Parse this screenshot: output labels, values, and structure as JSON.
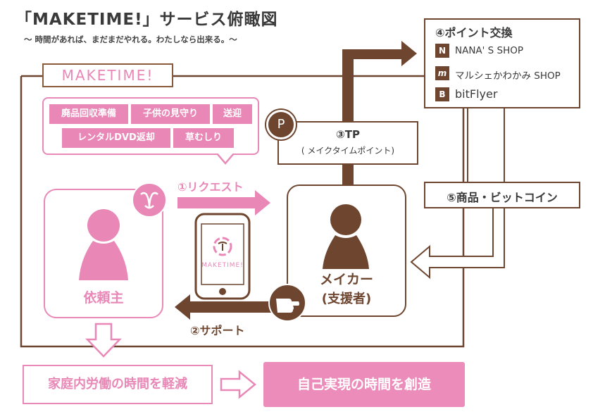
{
  "title": "「MAKETIME!」サービス俯瞰図",
  "subtitle": "〜 時間があれば、まだまだやれる。わたしなら出来る。〜",
  "logo_text": "MAKETIME!",
  "requests": {
    "tags": [
      "廃品回収準備",
      "子供の見守り",
      "送迎",
      "レンタルDVD返却",
      "草むしり"
    ]
  },
  "points": {
    "title": "④ポイント交換",
    "shops": [
      {
        "icon": "N",
        "label": "NANA' S SHOP"
      },
      {
        "icon": "m",
        "label": "マルシェかわかみ SHOP"
      },
      {
        "icon": "B",
        "label": "bitFlyer"
      }
    ]
  },
  "tp": {
    "icon": "P",
    "label": "③TP",
    "sub": "( メイクタイムポイント)"
  },
  "goods": {
    "label": "⑤商品・ビットコイン"
  },
  "request_label": "①リクエスト",
  "support_label": "②サポート",
  "phone": {
    "brand": "MAKETIME!"
  },
  "client": {
    "label": "依頼主"
  },
  "maker": {
    "label": "メイカー",
    "sub": "(支援者)"
  },
  "reduce": {
    "label": "家庭内労働の時間を軽減"
  },
  "create": {
    "label": "自己実現の時間を創造"
  },
  "colors": {
    "pink": "#e988b7",
    "brown": "#6e4630"
  },
  "icons": {
    "heart_badge": "heart-icon",
    "hand": "pointing-hand-icon",
    "point": "point-coin-icon"
  }
}
